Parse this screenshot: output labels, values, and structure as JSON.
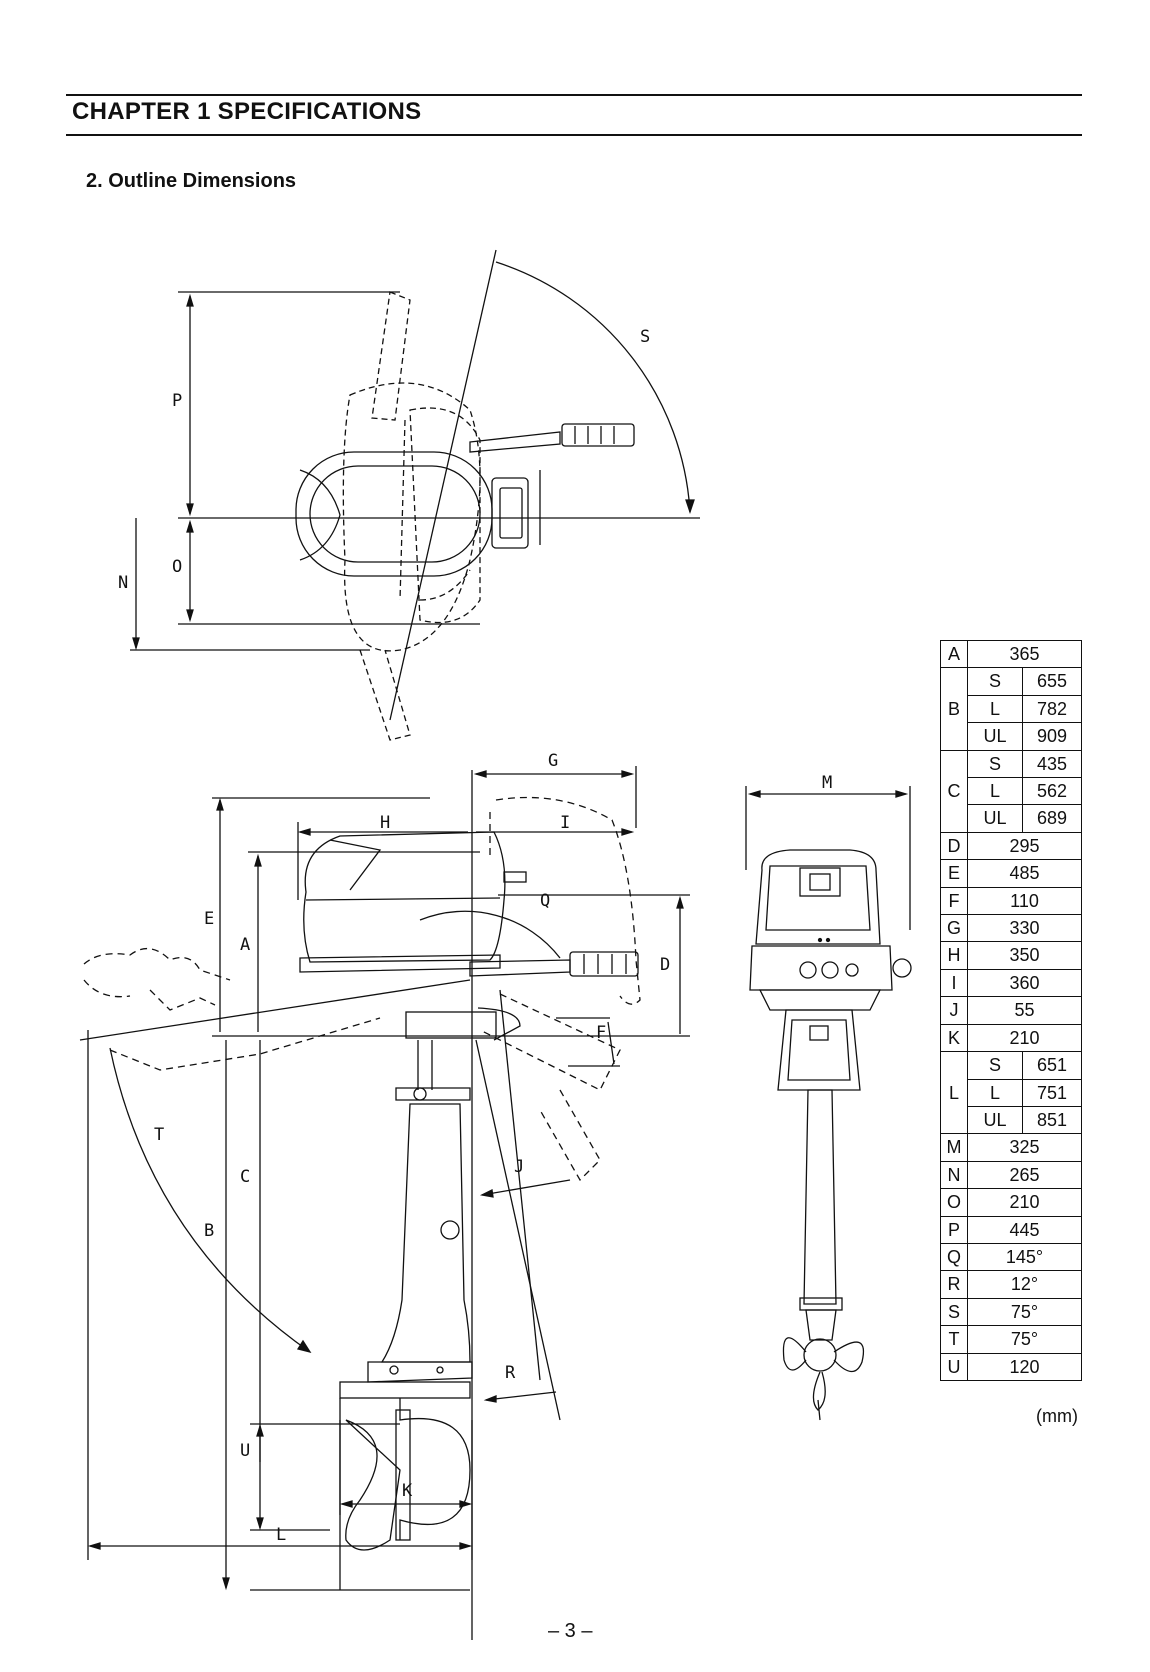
{
  "page": {
    "chapter_title": "CHAPTER 1  SPECIFICATIONS",
    "section_title": "2. Outline Dimensions",
    "unit": "(mm)",
    "page_number": "– 3 –"
  },
  "drawing_labels": {
    "P": "P",
    "O": "O",
    "N": "N",
    "S": "S",
    "G": "G",
    "H": "H",
    "I": "I",
    "E": "E",
    "A": "A",
    "Q": "Q",
    "D": "D",
    "F": "F",
    "J": "J",
    "T": "T",
    "C": "C",
    "B": "B",
    "U": "U",
    "R": "R",
    "K": "K",
    "L": "L",
    "M": "M"
  },
  "spec_table": [
    {
      "key": "A",
      "value": "365"
    },
    {
      "key": "B",
      "variants": [
        {
          "type": "S",
          "value": "655"
        },
        {
          "type": "L",
          "value": "782"
        },
        {
          "type": "UL",
          "value": "909"
        }
      ]
    },
    {
      "key": "C",
      "variants": [
        {
          "type": "S",
          "value": "435"
        },
        {
          "type": "L",
          "value": "562"
        },
        {
          "type": "UL",
          "value": "689"
        }
      ]
    },
    {
      "key": "D",
      "value": "295"
    },
    {
      "key": "E",
      "value": "485"
    },
    {
      "key": "F",
      "value": "110"
    },
    {
      "key": "G",
      "value": "330"
    },
    {
      "key": "H",
      "value": "350"
    },
    {
      "key": "I",
      "value": "360"
    },
    {
      "key": "J",
      "value": "55"
    },
    {
      "key": "K",
      "value": "210"
    },
    {
      "key": "L",
      "variants": [
        {
          "type": "S",
          "value": "651"
        },
        {
          "type": "L",
          "value": "751"
        },
        {
          "type": "UL",
          "value": "851"
        }
      ]
    },
    {
      "key": "M",
      "value": "325"
    },
    {
      "key": "N",
      "value": "265"
    },
    {
      "key": "O",
      "value": "210"
    },
    {
      "key": "P",
      "value": "445"
    },
    {
      "key": "Q",
      "value": "145°"
    },
    {
      "key": "R",
      "value": "12°"
    },
    {
      "key": "S",
      "value": "75°"
    },
    {
      "key": "T",
      "value": "75°"
    },
    {
      "key": "U",
      "value": "120"
    }
  ]
}
